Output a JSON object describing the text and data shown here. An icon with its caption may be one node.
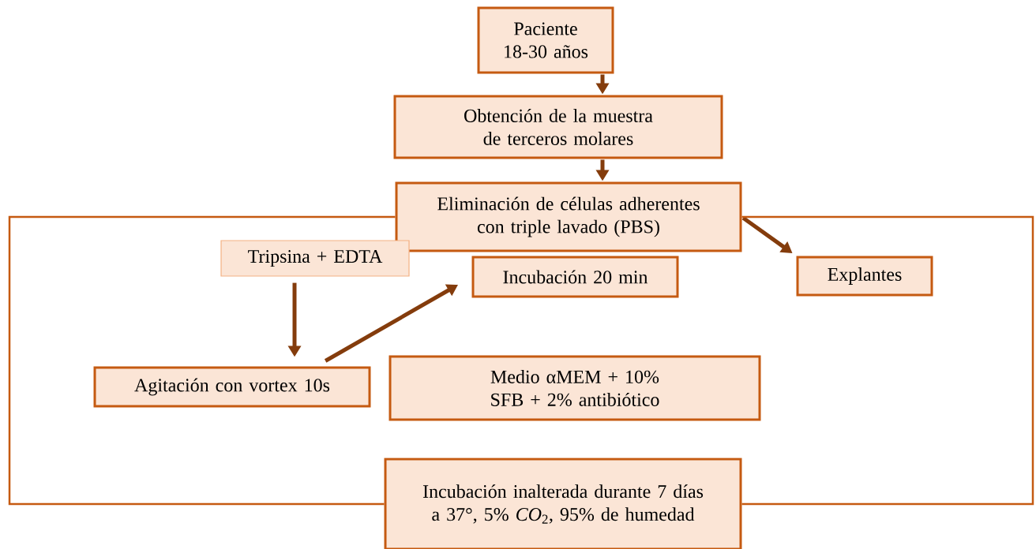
{
  "diagram": {
    "nodes": [
      {
        "text": [
          "Paciente 18-30 años"
        ]
      },
      {
        "text": [
          "Obtención de la muestra de terceros molares"
        ]
      },
      {
        "text": [
          "Eliminación de células adherentes con triple lavado (PBS)"
        ]
      },
      {
        "text": [
          "Tripsina + EDTA"
        ]
      },
      {
        "text": [
          "Incubación 20 min"
        ]
      },
      {
        "text": [
          "Explantes"
        ]
      },
      {
        "text": [
          "Agitación con vortex 10s"
        ]
      },
      {
        "text": [
          "Medio αMEM + 10% SFB + 2% antibiótico"
        ]
      },
      {
        "text": [
          "Incubación inalterada durante 7 días a 37°, 5% *CO*$_{2}$, 95% de humedad"
        ]
      }
    ],
    "edges": [
      {
        "from": 0,
        "to": 1,
        "arrow": "to"
      },
      {
        "from": 1,
        "to": 2,
        "arrow": "to"
      },
      {
        "from": 2,
        "to": 5,
        "arrow": "to"
      },
      {
        "from": 3,
        "to": 6,
        "arrow": "to"
      },
      {
        "from": 6,
        "to": 4,
        "arrow": "to"
      },
      {
        "from": 2,
        "to": 8,
        "arrow": "none",
        "color": "#c55a11"
      },
      {
        "from": 2,
        "to": 8,
        "arrow": "none",
        "color": "#c55a11"
      }
    ]
  }
}
